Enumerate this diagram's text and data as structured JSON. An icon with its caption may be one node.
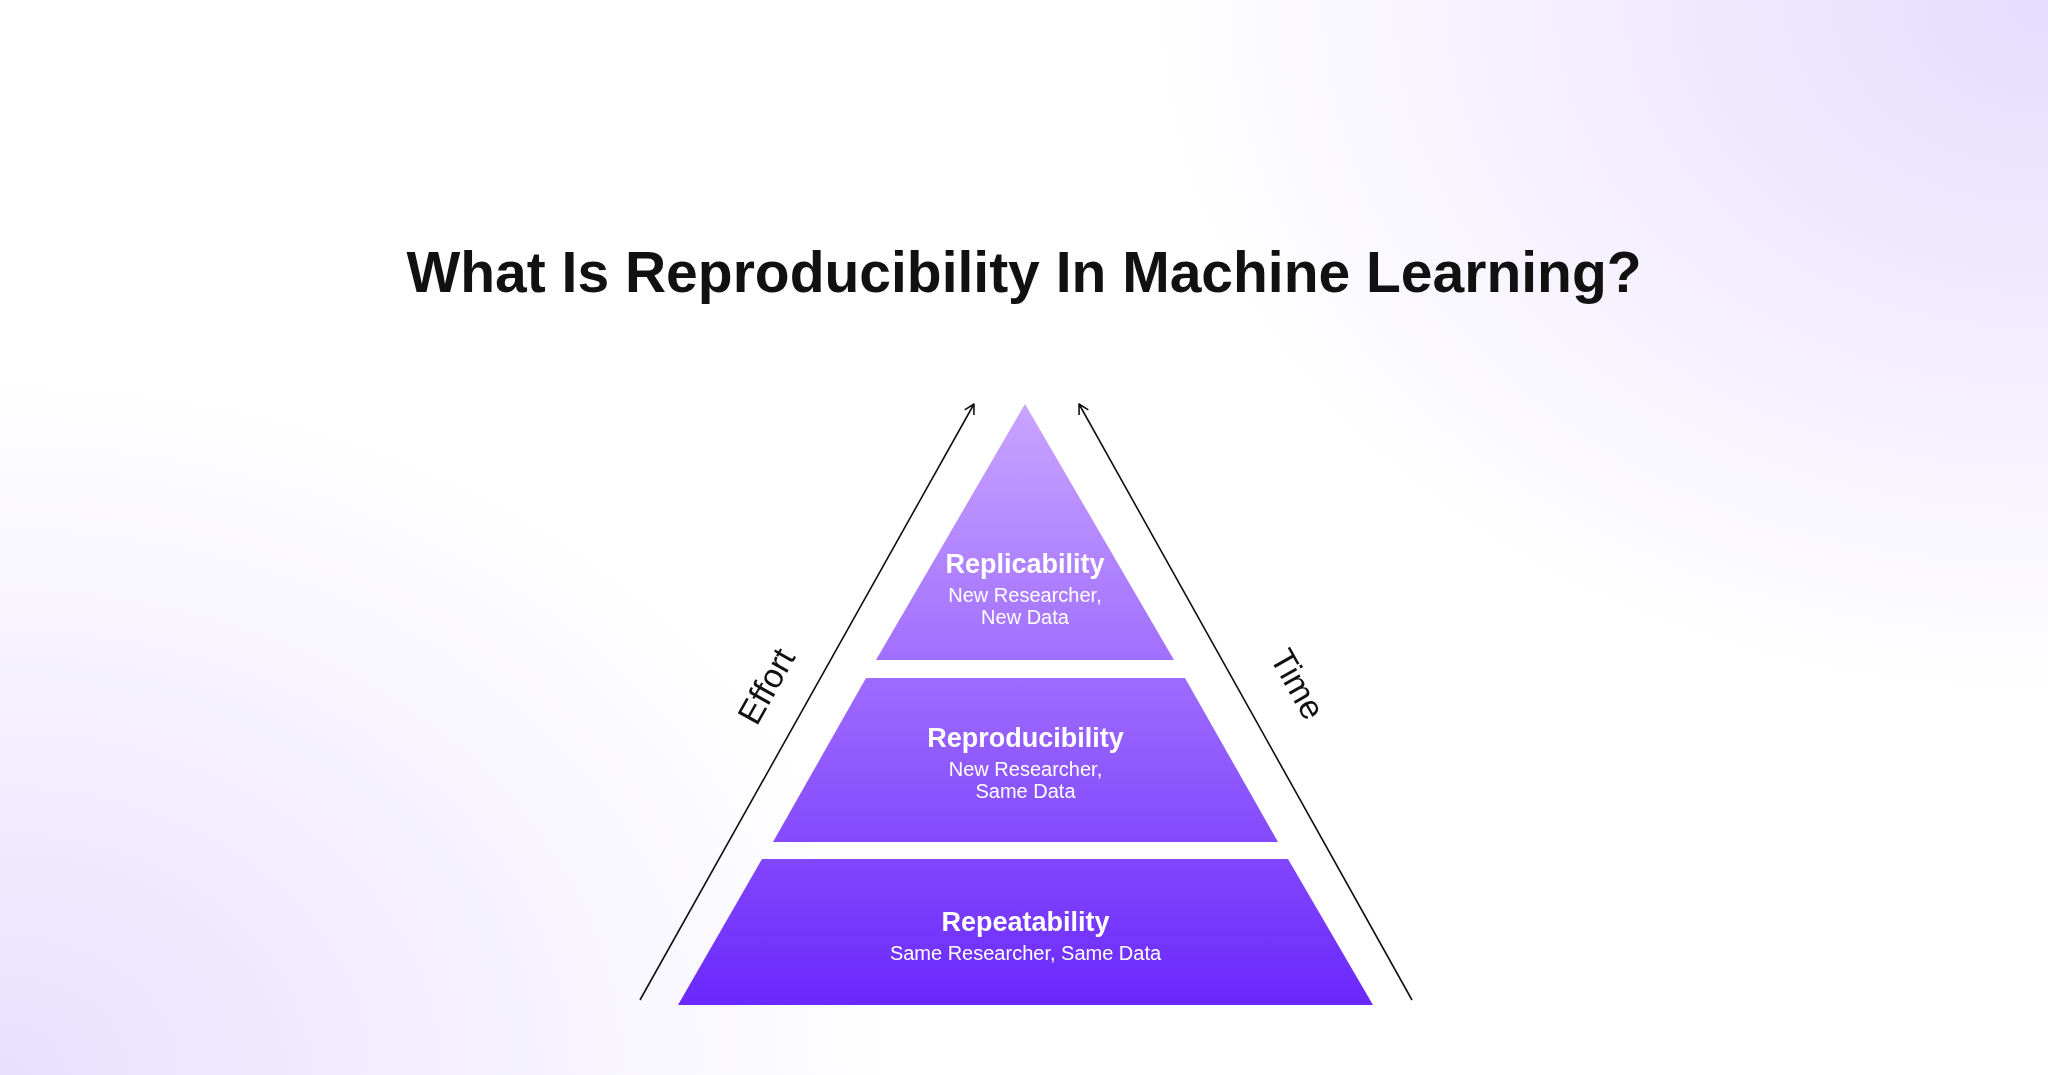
{
  "diagram": {
    "title": "What Is Reproducibility In Machine Learning?",
    "nodes": [
      {
        "text": [
          "Replicability",
          "New Researcher, New Data"
        ]
      },
      {
        "text": [
          "Reproducibility",
          "New Researcher, Same Data"
        ]
      },
      {
        "text": [
          "Repeatability",
          "Same Researcher, Same Data"
        ]
      }
    ],
    "labels": [
      "Effort",
      "Time"
    ]
  }
}
